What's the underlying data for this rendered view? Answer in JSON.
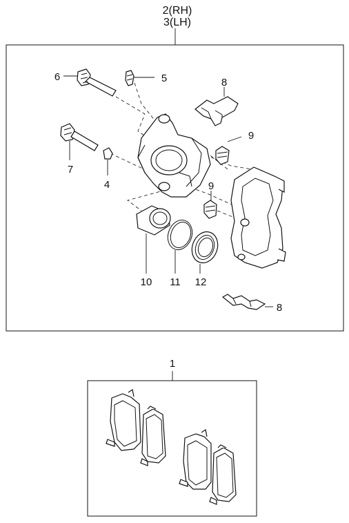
{
  "header": {
    "line1": "2(RH)",
    "line2": "3(LH)"
  },
  "callouts": {
    "c1": "1",
    "c4": "4",
    "c5": "5",
    "c6": "6",
    "c7": "7",
    "c8_top": "8",
    "c8_bottom": "8",
    "c9_top": "9",
    "c9_bottom": "9",
    "c10": "10",
    "c11": "11",
    "c12": "12"
  },
  "parts": [
    {
      "callout": "1",
      "icon": "brake-pad-set-icon"
    },
    {
      "callout": "2/3",
      "icon": "brake-caliper-assembly-icon"
    },
    {
      "callout": "4",
      "icon": "bolt-cap-icon"
    },
    {
      "callout": "5",
      "icon": "bleeder-screw-icon"
    },
    {
      "callout": "6",
      "icon": "guide-pin-bolt-icon"
    },
    {
      "callout": "7",
      "icon": "guide-pin-bolt-icon"
    },
    {
      "callout": "8",
      "icon": "pad-retainer-clip-icon"
    },
    {
      "callout": "9",
      "icon": "pin-boot-icon"
    },
    {
      "callout": "10",
      "icon": "caliper-piston-icon"
    },
    {
      "callout": "11",
      "icon": "piston-seal-ring-icon"
    },
    {
      "callout": "12",
      "icon": "piston-dust-boot-icon"
    }
  ]
}
